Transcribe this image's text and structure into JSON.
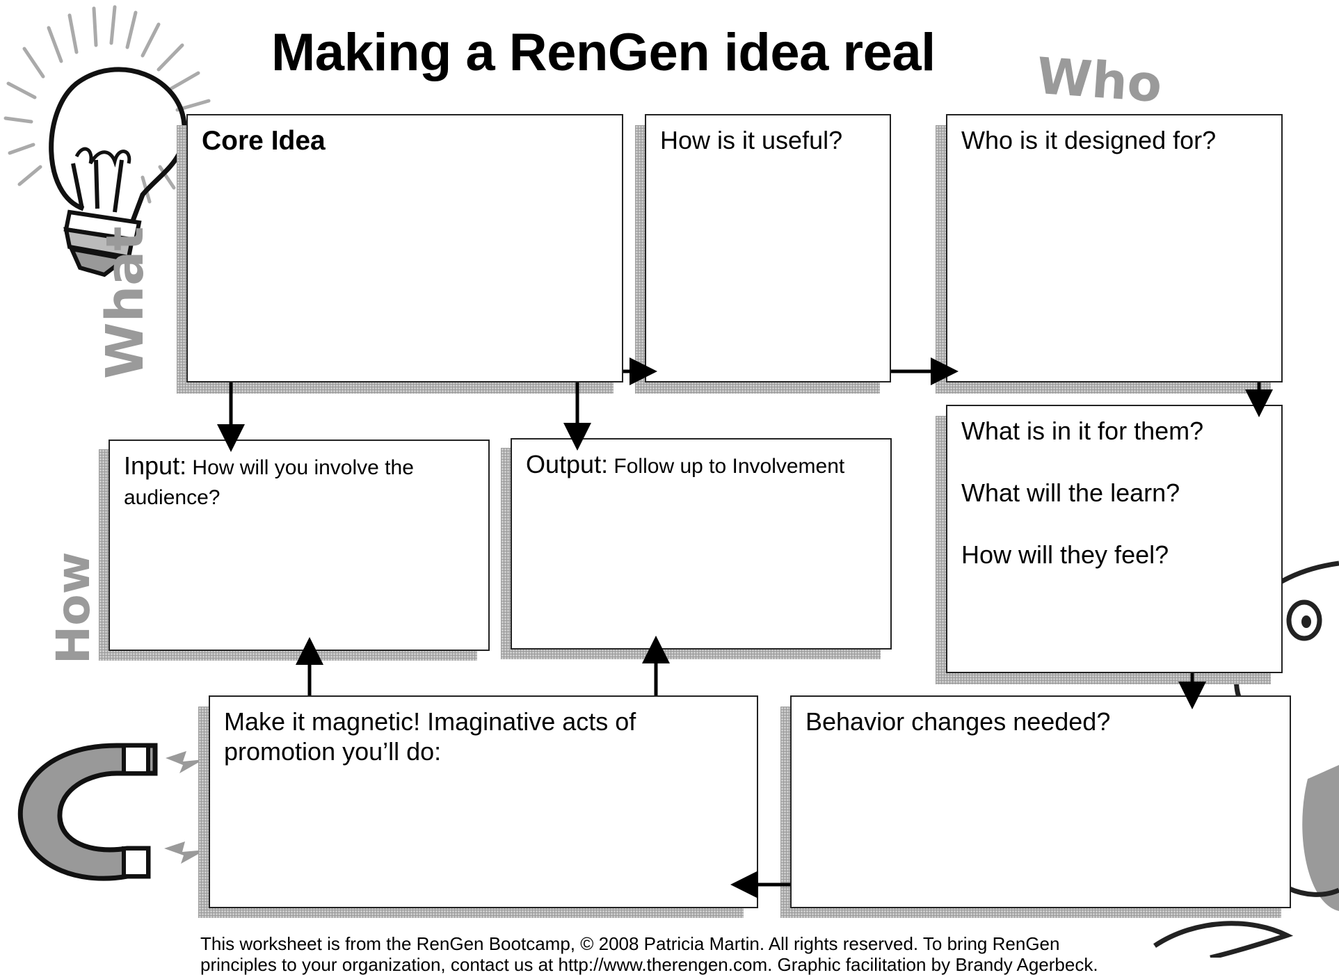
{
  "title": "Making a RenGen idea real",
  "doodle_labels": {
    "who": "Who",
    "what": "What",
    "how": "How"
  },
  "boxes": {
    "core_idea": "Core Idea",
    "useful": "How is it useful?",
    "designed_for": "Who is it designed for?",
    "in_it_for_them": [
      "What is in it for them?",
      "What will the learn?",
      "How will they feel?"
    ],
    "input_lead": "Input:",
    "input_rest": " How will you involve the audience?",
    "output_lead": "Output:",
    "output_rest": " Follow up to Involvement",
    "magnetic": "Make it magnetic! Imaginative acts of promotion you’ll do:",
    "behavior": "Behavior changes needed?"
  },
  "footer": {
    "line1": "This worksheet is from the RenGen Bootcamp, © 2008 Patricia Martin. All rights reserved. To bring RenGen",
    "line2": "principles to your organization, contact us at http://www.therengen.com. Graphic facilitation by Brandy Agerbeck."
  },
  "icons": [
    "lightbulb-icon",
    "magnet-icon",
    "bird-icon"
  ]
}
